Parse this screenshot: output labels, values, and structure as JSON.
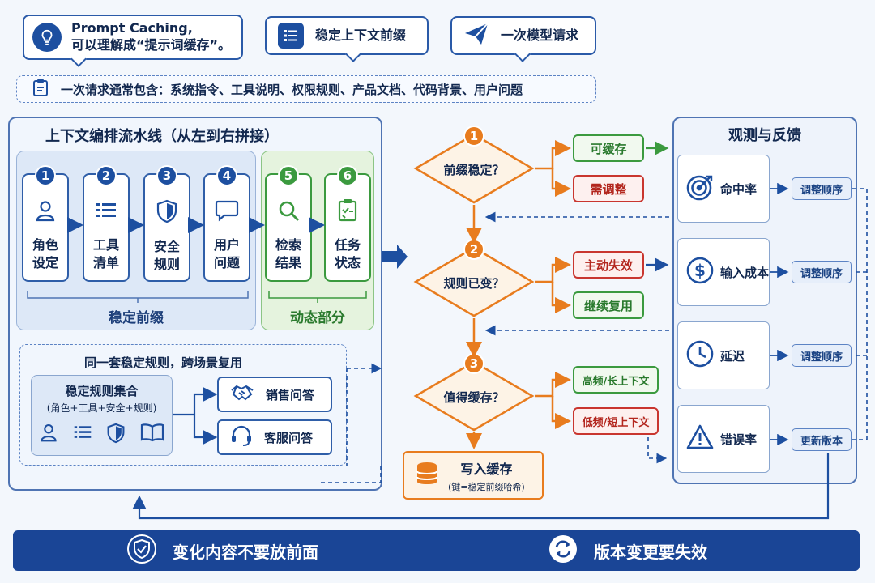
{
  "top_bubbles": {
    "caching": {
      "line1": "Prompt Caching,",
      "line2": "可以理解成“提示词缓存”。"
    },
    "stable_prefix": "稳定上下文前缀",
    "single_request": "一次模型请求"
  },
  "request_note": "一次请求通常包含：系统指令、工具说明、权限规则、产品文档、代码背景、用户问题",
  "pipeline": {
    "title": "上下文编排流水线（从左到右拼接）",
    "stable_cards": [
      {
        "num": "1",
        "label": "角色\n设定",
        "icon": "user-icon"
      },
      {
        "num": "2",
        "label": "工具\n清单",
        "icon": "list-icon"
      },
      {
        "num": "3",
        "label": "安全\n规则",
        "icon": "shield-icon"
      },
      {
        "num": "4",
        "label": "用户\n问题",
        "icon": "chat-icon"
      }
    ],
    "dynamic_cards": [
      {
        "num": "5",
        "label": "检索\n结果",
        "icon": "search-icon"
      },
      {
        "num": "6",
        "label": "任务\n状态",
        "icon": "clipboard-icon"
      }
    ],
    "stable_label": "稳定前缀",
    "dynamic_label": "动态部分"
  },
  "reuse": {
    "title": "同一套稳定规则，跨场景复用",
    "set_title": "稳定规则集合",
    "set_subtitle": "(角色+工具+安全+规则)",
    "scenes": [
      {
        "label": "销售问答",
        "icon": "handshake-icon"
      },
      {
        "label": "客服问答",
        "icon": "headset-icon"
      }
    ]
  },
  "decisions": [
    {
      "num": "1",
      "question": "前缀稳定？",
      "yes": "可缓存",
      "no": "需调整"
    },
    {
      "num": "2",
      "question": "规则已变？",
      "yes": "主动失效",
      "no": "继续复用"
    },
    {
      "num": "3",
      "question": "值得缓存？",
      "yes": "高频/长上下文",
      "no": "低频/短上下文"
    }
  ],
  "write_cache": {
    "title": "写入缓存",
    "subtitle": "(键=稳定前缀哈希)"
  },
  "observe": {
    "title": "观测与反馈",
    "metrics": [
      {
        "label": "命中率",
        "icon": "target-icon",
        "action": "调整顺序"
      },
      {
        "label": "输入成本",
        "icon": "dollar-icon",
        "action": "调整顺序"
      },
      {
        "label": "延迟",
        "icon": "clock-icon",
        "action": "调整顺序"
      },
      {
        "label": "错误率",
        "icon": "warning-icon",
        "action": "更新版本"
      }
    ]
  },
  "footer": {
    "left": "变化内容不要放前面",
    "right": "版本变更要失效"
  },
  "colors": {
    "primary": "#1d4fa0",
    "green": "#3b9a3f",
    "orange": "#e87c1e",
    "red": "#c9362f",
    "footer_bg": "#1a4596"
  }
}
